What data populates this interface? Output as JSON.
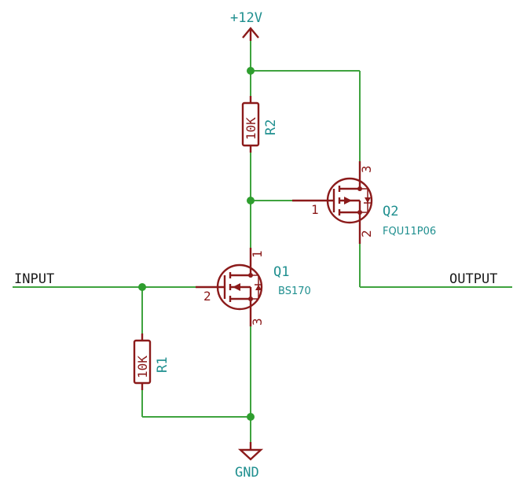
{
  "power": {
    "vcc_label": "+12V",
    "gnd_label": "GND"
  },
  "nets": {
    "input_label": "INPUT",
    "output_label": "OUTPUT"
  },
  "r1": {
    "ref": "R1",
    "value": "10K"
  },
  "r2": {
    "ref": "R2",
    "value": "10K"
  },
  "q1": {
    "ref": "Q1",
    "value": "BS170",
    "pin_gate": "2",
    "pin_drain": "1",
    "pin_source": "3"
  },
  "q2": {
    "ref": "Q2",
    "value": "FQU11P06",
    "pin_gate": "1",
    "pin_source": "3",
    "pin_drain": "2"
  },
  "colors": {
    "wire": "#3fa33f",
    "component": "#8b1a1a",
    "label": "#1f8f8f"
  }
}
